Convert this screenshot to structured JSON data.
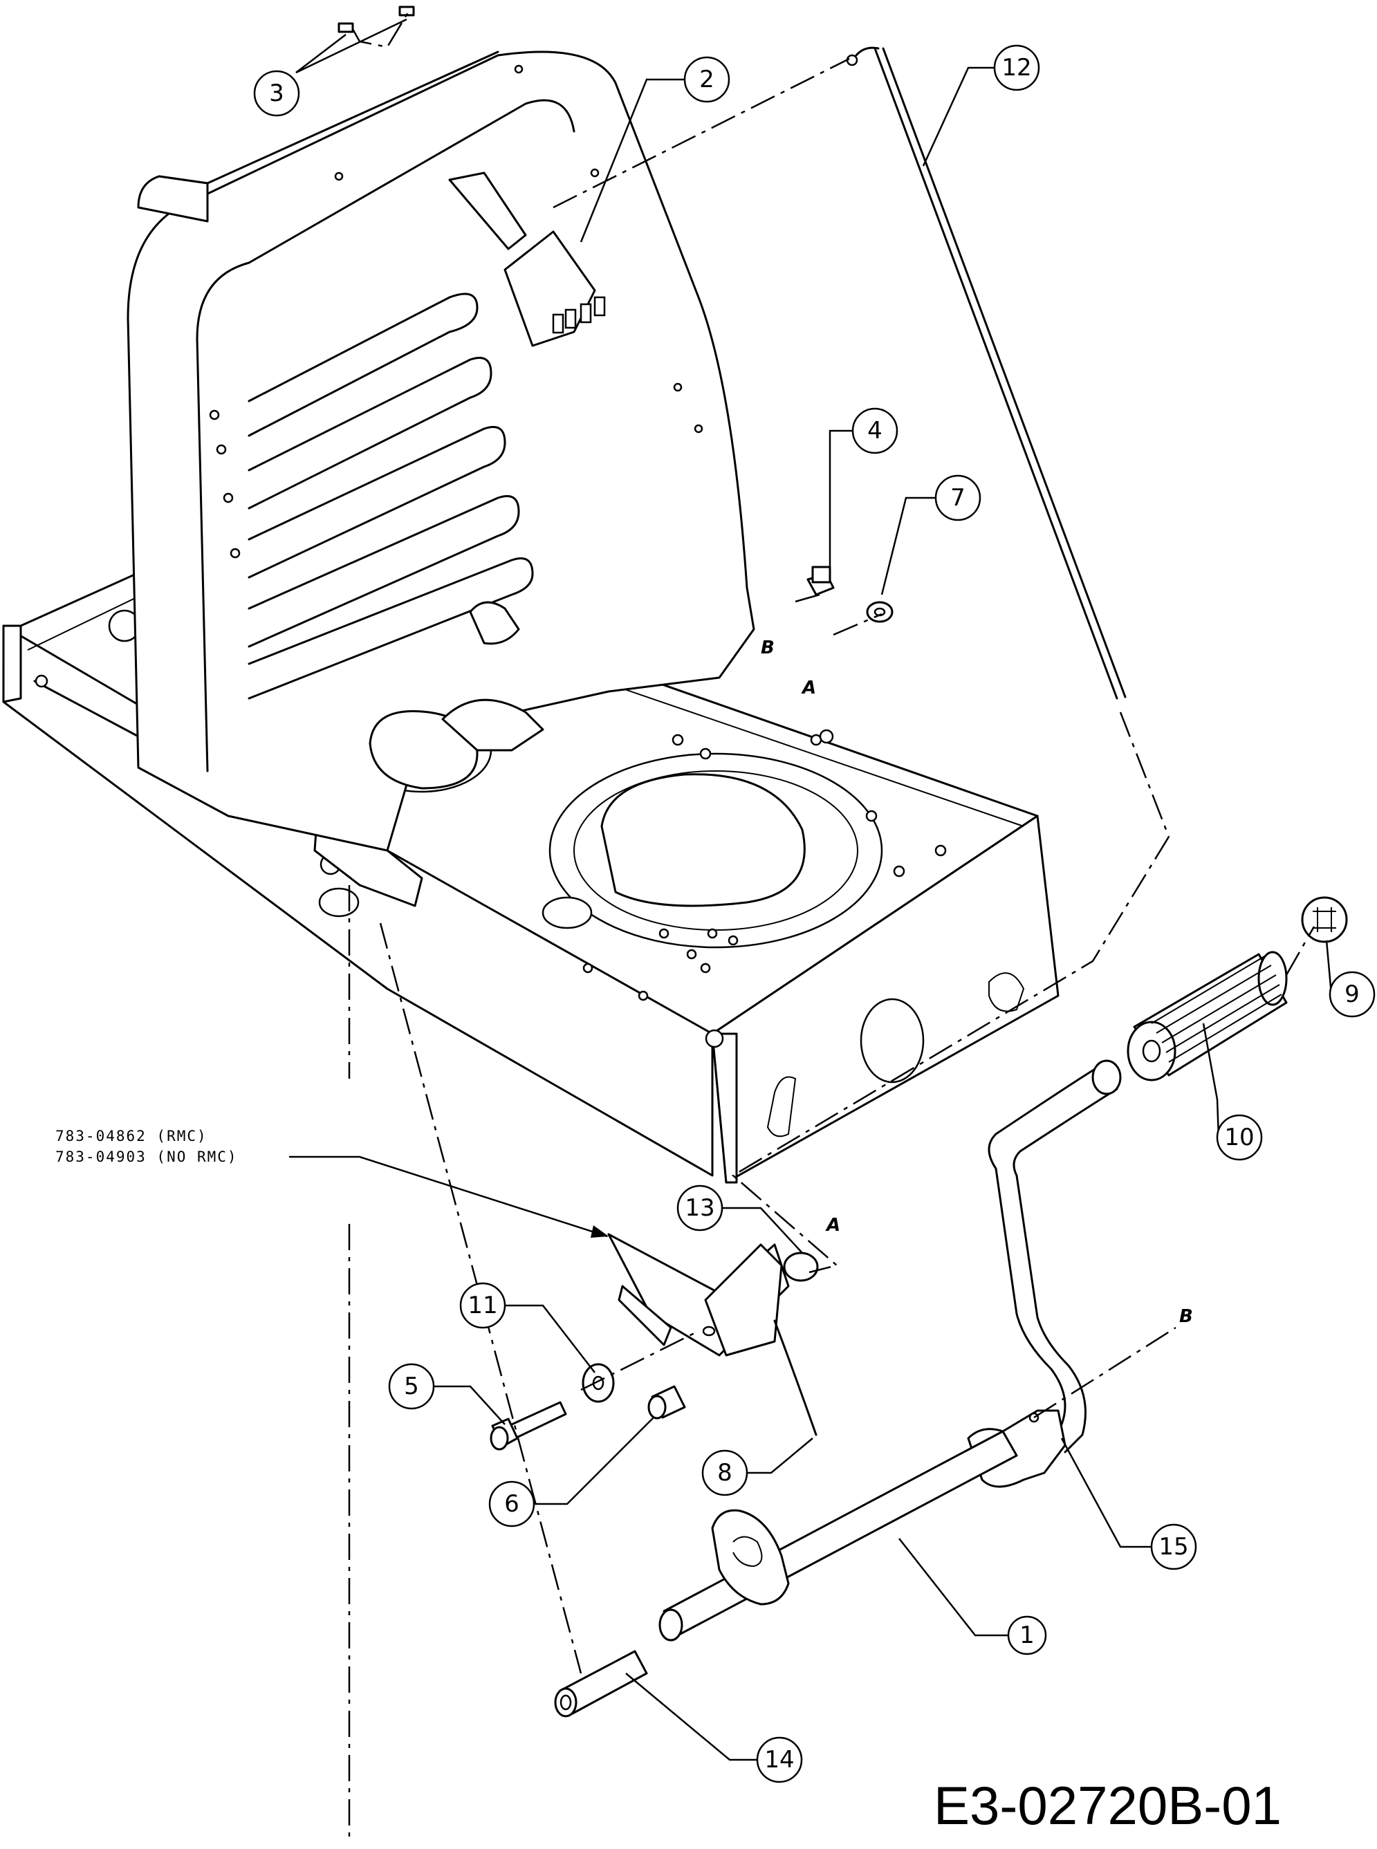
{
  "drawing_id": "E3-02720B-01",
  "part_note": {
    "line1": "783-04862 (RMC)",
    "line2": "783-04903 (NO RMC)"
  },
  "callouts": [
    {
      "key": "c1",
      "label": "1"
    },
    {
      "key": "c2",
      "label": "2"
    },
    {
      "key": "c3",
      "label": "3"
    },
    {
      "key": "c4",
      "label": "4"
    },
    {
      "key": "c5",
      "label": "5"
    },
    {
      "key": "c6",
      "label": "6"
    },
    {
      "key": "c7",
      "label": "7"
    },
    {
      "key": "c8",
      "label": "8"
    },
    {
      "key": "c9",
      "label": "9"
    },
    {
      "key": "c10",
      "label": "10"
    },
    {
      "key": "c11",
      "label": "11"
    },
    {
      "key": "c12",
      "label": "12"
    },
    {
      "key": "c13",
      "label": "13"
    },
    {
      "key": "c14",
      "label": "14"
    },
    {
      "key": "c15",
      "label": "15"
    }
  ],
  "reference_marks": {
    "a": "A",
    "b": "B"
  }
}
